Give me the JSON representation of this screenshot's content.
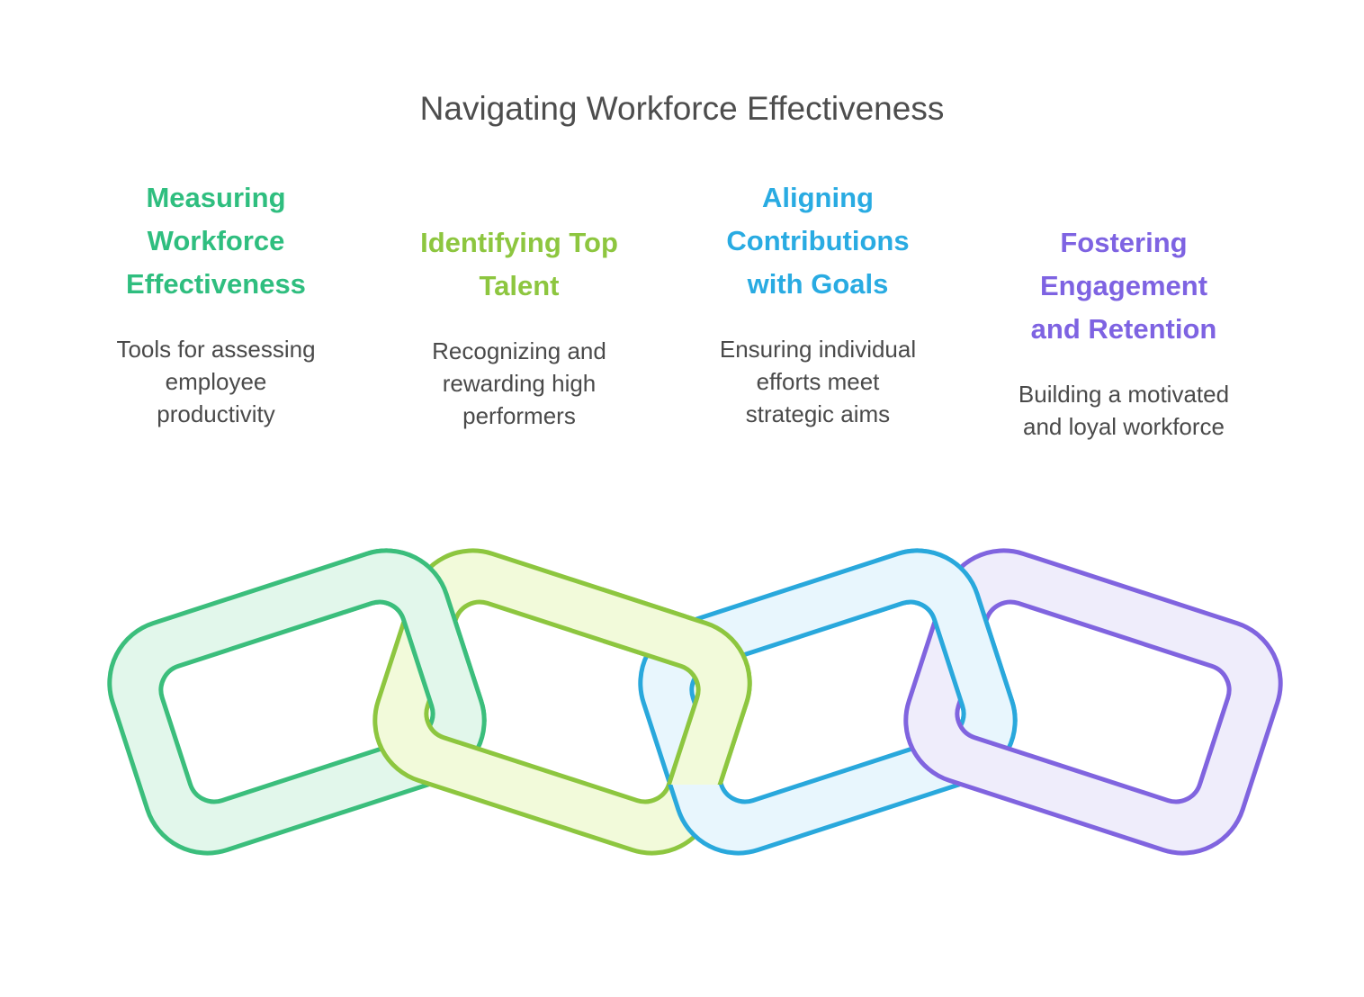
{
  "title": "Navigating Workforce Effectiveness",
  "title_color": "#4D4D4D",
  "background_color": "#FFFFFF",
  "body_text_color": "#4A4A4A",
  "columns": [
    {
      "heading": "Measuring Workforce Effectiveness",
      "heading_lines": [
        "Measuring",
        "Workforce",
        "Effectiveness"
      ],
      "description": "Tools for assessing employee productivity",
      "desc_lines": [
        "Tools for assessing",
        "employee",
        "productivity"
      ],
      "color": "#2FBE7F"
    },
    {
      "heading": "Identifying Top Talent",
      "heading_lines": [
        "Identifying Top",
        "Talent"
      ],
      "description": "Recognizing and rewarding high performers",
      "desc_lines": [
        "Recognizing and",
        "rewarding high",
        "performers"
      ],
      "color": "#8DC63F"
    },
    {
      "heading": "Aligning Contributions with Goals",
      "heading_lines": [
        "Aligning",
        "Contributions",
        "with Goals"
      ],
      "description": "Ensuring individual efforts meet strategic aims",
      "desc_lines": [
        "Ensuring individual",
        "efforts meet",
        "strategic aims"
      ],
      "color": "#29ABE2"
    },
    {
      "heading": "Fostering Engagement and Retention",
      "heading_lines": [
        "Fostering",
        "Engagement",
        "and Retention"
      ],
      "description": "Building a motivated and loyal workforce",
      "desc_lines": [
        "Building a motivated",
        "and loyal workforce"
      ],
      "color": "#7E63E2"
    }
  ],
  "chain": {
    "links": [
      {
        "name": "link-measuring-workforce-effectiveness",
        "stroke": "#3BBE7C",
        "fill": "#E2F7EB"
      },
      {
        "name": "link-identifying-top-talent",
        "stroke": "#8DC63F",
        "fill": "#F2FADA"
      },
      {
        "name": "link-aligning-contributions-with-goals",
        "stroke": "#29A8DC",
        "fill": "#E8F6FD"
      },
      {
        "name": "link-fostering-engagement-and-retention",
        "stroke": "#8064DF",
        "fill": "#EFEDFB"
      }
    ]
  }
}
